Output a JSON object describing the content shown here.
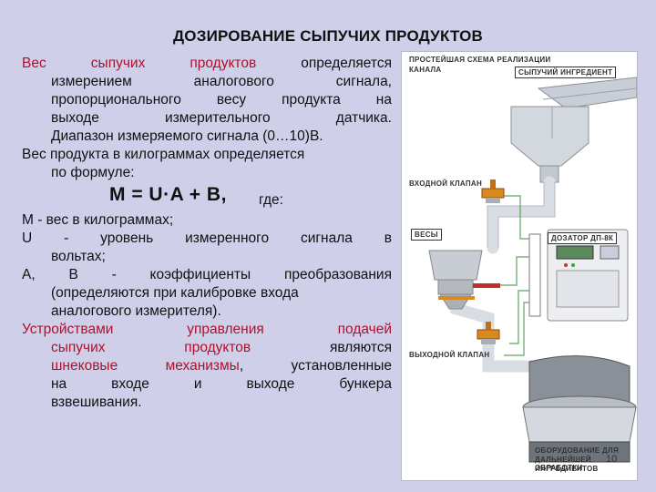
{
  "slide": {
    "title": "ДОЗИРОВАНИЕ СЫПУЧИХ ПРОДУКТОВ",
    "para1": {
      "l1a": "Вес",
      "l1b": "сыпучих продуктов",
      "l1c": "определяется",
      "l2": "измерением аналогового сигнала,",
      "l3": "пропорционального весу продукта на",
      "l4": "выходе измерительного датчика.",
      "l5": "Диапазон измеряемого сигнала (0…10)В."
    },
    "para2": {
      "l1": "Вес продукта в килограммах определяется",
      "l2": "по формуле:"
    },
    "formula": "М = U·A + B,",
    "formula_where": "где:",
    "definitions": {
      "m": "М - вес в килограммах;",
      "u1": "U - уровень измеренного сигнала в",
      "u2": "вольтах;",
      "ab1": "А, В - коэффициенты преобразования",
      "ab2": "(определяются при калибровке входа",
      "ab3": "аналогового измерителя)."
    },
    "para3": {
      "l1": "Устройствами управления подачей",
      "l2": "сыпучих продуктов",
      "l2b": "являются",
      "l3a": "шнековые механизмы",
      "l3b": ", установленные",
      "l4": "на входе и выходе бункера",
      "l5": "взвешивания."
    }
  },
  "figure": {
    "heading1": "ПРОСТЕЙШАЯ СХЕМА РЕАЛИЗАЦИИ",
    "heading2": "КАНАЛА",
    "ingredient_label": "СЫПУЧИЙ ИНГРЕДИЕНТ",
    "inlet_valve": "ВХОДНОЙ КЛАПАН",
    "scales": "ВЕСЫ",
    "doser": "ДОЗАТОР ДП-8К",
    "outlet_valve": "ВЫХОДНОЙ КЛАПАН",
    "equipment1": "ОБОРУДОВАНИЕ ДЛЯ",
    "equipment2": "ДАЛЬНЕЙШЕЙ ОБРАБОТКИ",
    "equipment3": "ИНГРЕДИЕНТОВ",
    "page_number": "10",
    "colors": {
      "valve": "#d98a1e",
      "signal": "#5da35d",
      "pipe": "#d8dde4"
    }
  }
}
